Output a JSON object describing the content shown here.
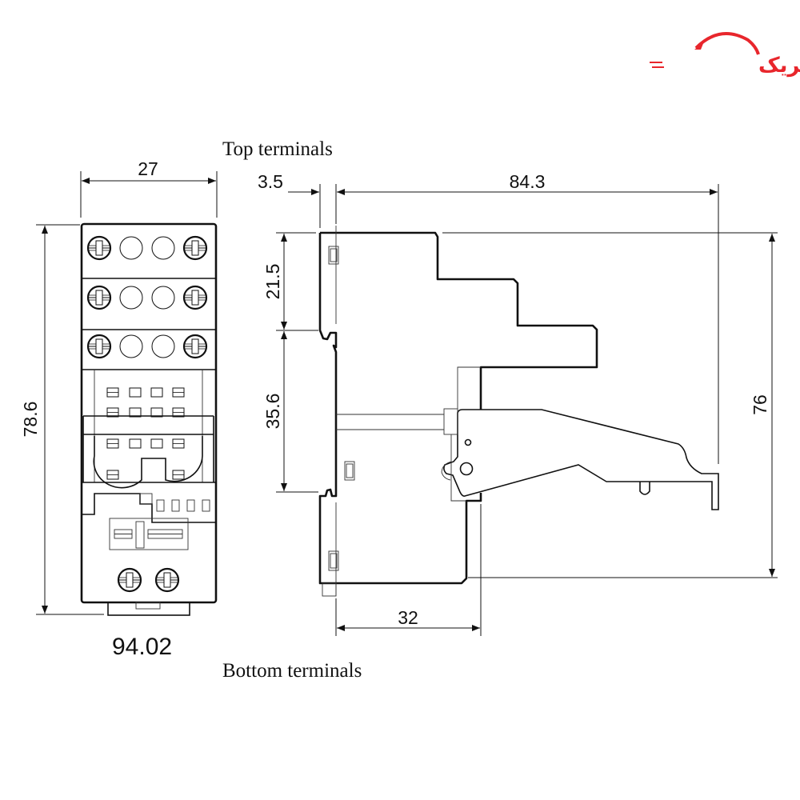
{
  "logo": {
    "text": "آرتا الکتریک",
    "color": "#e8262c"
  },
  "captions": {
    "top": "Top terminals",
    "bottom": "Bottom terminals"
  },
  "model": "94.02",
  "dimensions": {
    "front_width": "27",
    "front_height": "78.6",
    "rail_offset": "3.5",
    "side_depth": "84.3",
    "upper_height": "21.5",
    "rail_height": "35.6",
    "side_height": "76",
    "base_depth": "32"
  }
}
